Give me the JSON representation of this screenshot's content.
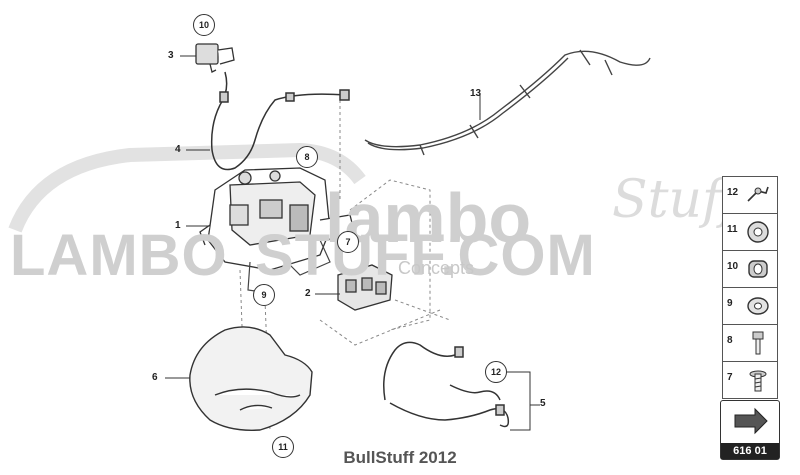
{
  "callouts": {
    "c1": "1",
    "c2": "2",
    "c3": "3",
    "c4": "4",
    "c5": "5",
    "c6": "6",
    "c13": "13"
  },
  "circles": {
    "c7": "7",
    "c8": "8",
    "c9": "9",
    "c10": "10",
    "c11": "11",
    "c12": "12"
  },
  "watermark": {
    "lambo": "LAMBO",
    "stuff": "STUFF.COM",
    "lambo_big": "lambo",
    "stuff_script": "Stuff",
    "concepts": "Concepts"
  },
  "legend": [
    {
      "num": "12",
      "icon": "bracket-clip-icon"
    },
    {
      "num": "11",
      "icon": "grommet-icon"
    },
    {
      "num": "10",
      "icon": "rubber-bush-icon"
    },
    {
      "num": "9",
      "icon": "washer-icon"
    },
    {
      "num": "8",
      "icon": "bolt-icon"
    },
    {
      "num": "7",
      "icon": "flange-screw-icon"
    }
  ],
  "page_code": "616 01",
  "footer": "BullStuff 2012"
}
